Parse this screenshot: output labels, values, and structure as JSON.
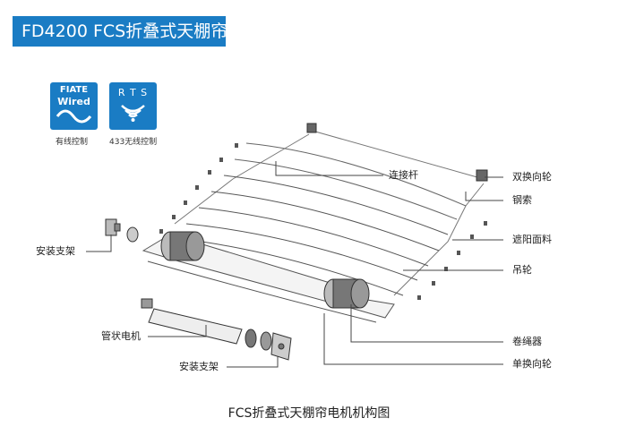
{
  "title": "FD4200 FCS折叠式天棚帘",
  "badges": [
    {
      "line1": "FIATE",
      "line2": "Wired",
      "caption": "有线控制",
      "icon": "wave-icon"
    },
    {
      "line1": "R T S",
      "caption": "433无线控制",
      "icon": "radio-signal-icon"
    }
  ],
  "labels": {
    "connecting_rod": "连接杆",
    "double_reversing_wheel": "双换向轮",
    "steel_cable": "钢索",
    "shading_fabric": "遮阳面料",
    "hanging_wheel": "吊轮",
    "rope_winder": "卷绳器",
    "single_reversing_wheel": "单换向轮",
    "mounting_bracket_left": "安装支架",
    "tubular_motor": "管状电机",
    "mounting_bracket_bottom": "安装支架"
  },
  "caption": "FCS折叠式天棚帘电机机构图",
  "colors": {
    "brand_blue": "#1a7cc4",
    "line": "#555555"
  }
}
